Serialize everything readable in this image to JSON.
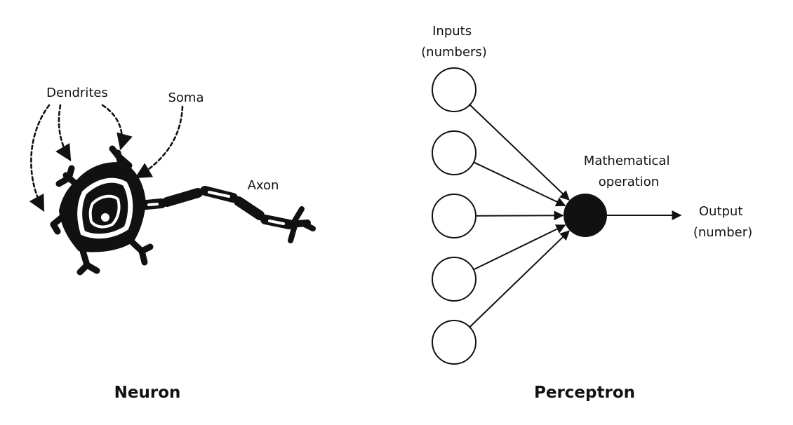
{
  "neuron": {
    "title": "Neuron",
    "labels": {
      "dendrites": "Dendrites",
      "soma": "Soma",
      "axon": "Axon"
    },
    "icon": "neuron-icon"
  },
  "perceptron": {
    "title": "Perceptron",
    "inputs_label": [
      "Inputs",
      "(numbers)"
    ],
    "operation_label": [
      "Mathematical",
      "operation"
    ],
    "output_label": [
      "Output",
      "(number)"
    ],
    "input_count": 5
  },
  "colors": {
    "ink": "#111111",
    "background": "#ffffff"
  }
}
